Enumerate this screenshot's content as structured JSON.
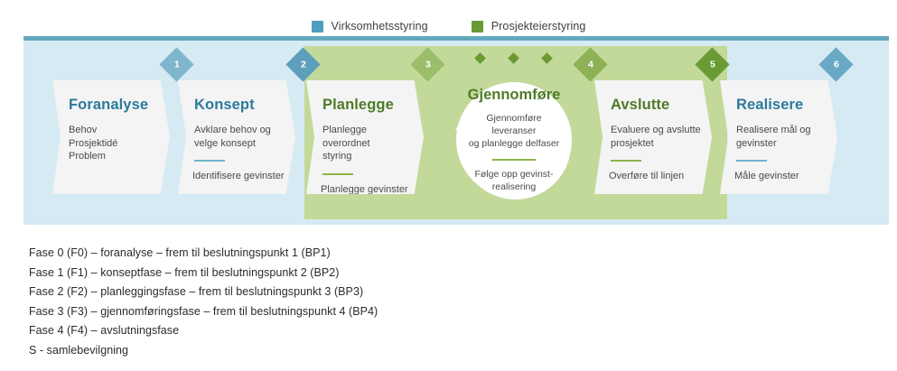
{
  "legend": {
    "items": [
      {
        "label": "Virksomhetsstyring",
        "color": "#4f9ebd",
        "name": "legend-virksomhetsstyring"
      },
      {
        "label": "Prosjekteierstyring",
        "color": "#6a9a34",
        "name": "legend-prosjekteierstyring"
      }
    ]
  },
  "colors": {
    "teal_bar": "#63a8bf",
    "green_bar": "#7fae38",
    "band_blue": "#d6eaf4",
    "band_green": "#c3d99a",
    "teal_title": "#2c7a9b",
    "green_title": "#4f7a2a",
    "card_bg": "#f4f4f4"
  },
  "phases": [
    {
      "title": "Foranalyse",
      "desc": "Behov\nProsjektidé\nProblem",
      "desc_lines": [
        "Behov",
        "Prosjektidé",
        "Problem"
      ],
      "rule": false,
      "sub": "",
      "theme": "teal"
    },
    {
      "title": "Konsept",
      "desc_lines": [
        "Avklare behov og",
        "velge konsept"
      ],
      "rule": true,
      "sub": "Identifisere gevinster",
      "theme": "teal"
    },
    {
      "title": "Planlegge",
      "desc_lines": [
        "Planlegge overordnet",
        "styring"
      ],
      "rule": true,
      "sub": "Planlegge gevinster",
      "theme": "green"
    },
    {
      "title": "Avslutte",
      "desc_lines": [
        "Evaluere og avslutte",
        "prosjektet"
      ],
      "rule": true,
      "sub": "Overføre til linjen",
      "theme": "green"
    },
    {
      "title": "Realisere",
      "desc_lines": [
        "Realisere mål og",
        "gevinster"
      ],
      "rule": true,
      "sub": "Måle gevinster",
      "theme": "teal"
    }
  ],
  "center": {
    "title": "Gjennomføre",
    "desc_lines": [
      "Gjennomføre leveranser",
      "og planlegge delfaser"
    ],
    "sub_lines": [
      "Følge opp gevinst-",
      "realisering"
    ]
  },
  "milestones": [
    {
      "number": "1",
      "color": "#7fb6cc"
    },
    {
      "number": "2",
      "color": "#5d9fba"
    },
    {
      "number": "3",
      "color": "#9cbd6a"
    },
    {
      "number": "4",
      "color": "#8cb255"
    },
    {
      "number": "5",
      "color": "#6a9a34"
    },
    {
      "number": "6",
      "color": "#6aa9c6"
    }
  ],
  "footer": {
    "lines": [
      "Fase 0 (F0) – foranalyse – frem til beslutningspunkt 1 (BP1)",
      "Fase 1 (F1) – konseptfase – frem til beslutningspunkt 2 (BP2)",
      "Fase 2 (F2) – planleggingsfase – frem til beslutningspunkt 3 (BP3)",
      "Fase 3 (F3) – gjennomføringsfase – frem til beslutningspunkt 4 (BP4)",
      "Fase 4 (F4) – avslutningsfase",
      "S - samlebevilgning"
    ]
  }
}
